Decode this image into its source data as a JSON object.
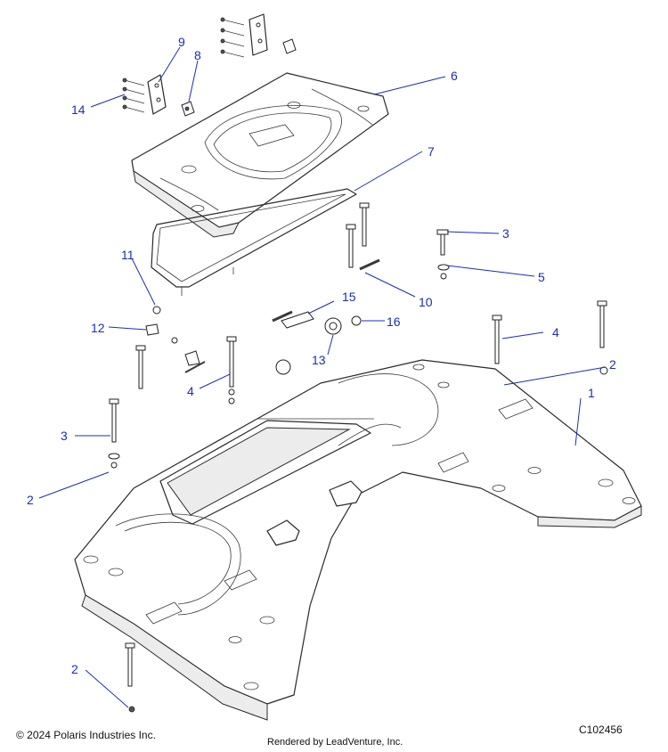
{
  "callouts": {
    "c1": "1",
    "c2a": "2",
    "c2b": "2",
    "c2c": "2",
    "c3a": "3",
    "c3b": "3",
    "c4a": "4",
    "c4b": "4",
    "c5": "5",
    "c6": "6",
    "c7": "7",
    "c8": "8",
    "c9": "9",
    "c10": "10",
    "c11": "11",
    "c12": "12",
    "c13": "13",
    "c14": "14",
    "c15": "15",
    "c16": "16"
  },
  "footer": {
    "copyright": "© 2024 Polaris Industries Inc.",
    "rendered_by": "Rendered by LeadVenture, Inc.",
    "diagram_code": "C102456"
  },
  "colors": {
    "callout": "#1a2db8",
    "linework": "#2a2a2a"
  }
}
